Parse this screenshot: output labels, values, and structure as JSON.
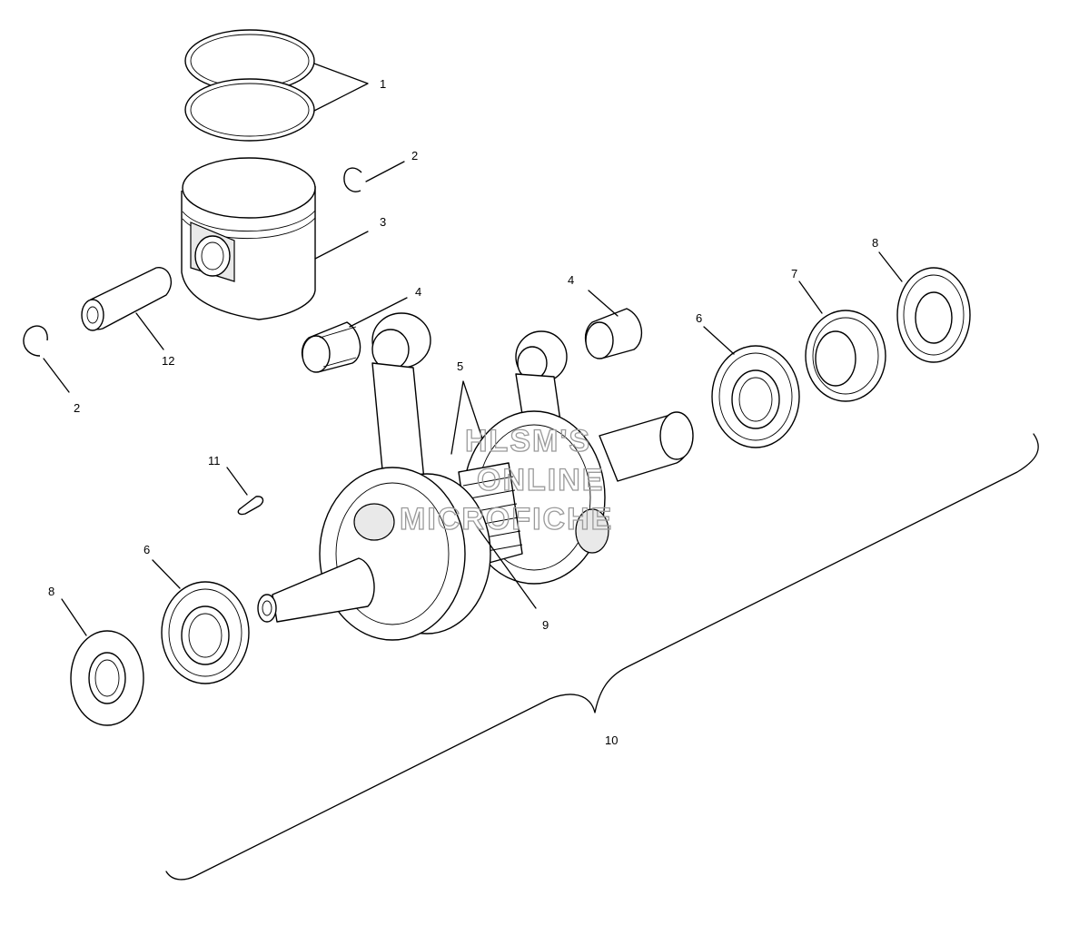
{
  "watermark": {
    "line1": "HLSM'S",
    "line2": "ONLINE",
    "line3": "MICROFICHE"
  },
  "callouts": {
    "c1": "1",
    "c2a": "2",
    "c2b": "2",
    "c3": "3",
    "c4a": "4",
    "c4b": "4",
    "c5": "5",
    "c6a": "6",
    "c6b": "6",
    "c7": "7",
    "c8a": "8",
    "c8b": "8",
    "c9": "9",
    "c10": "10",
    "c11": "11",
    "c12": "12"
  }
}
